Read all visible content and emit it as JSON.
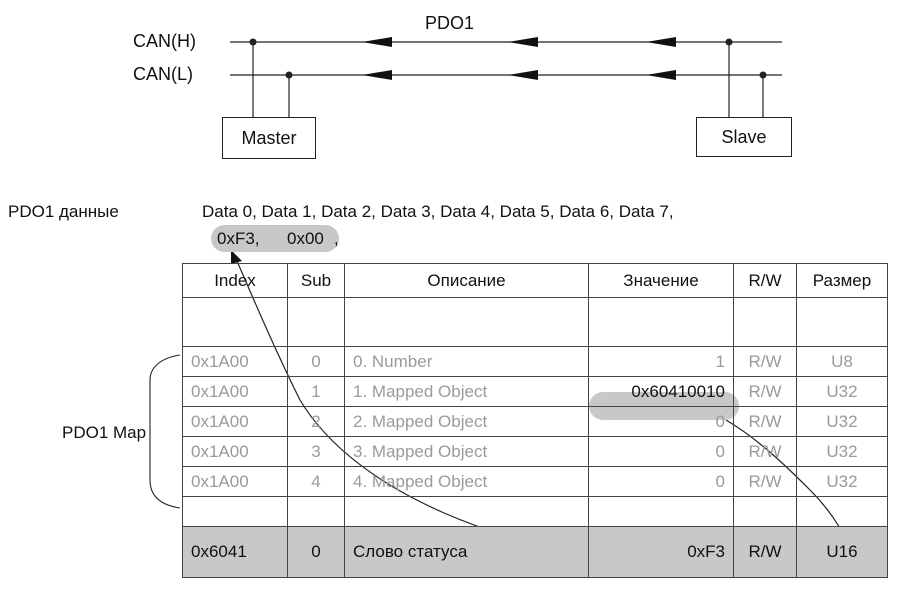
{
  "diagram": {
    "title": "PDO1",
    "can_high_label": "CAN(H)",
    "can_low_label": "CAN(L)",
    "master_label": "Master",
    "slave_label": "Slave"
  },
  "pdo_data": {
    "label": "PDO1 данные",
    "data_line": "Data 0, Data 1, Data 2, Data 3, Data 4, Data 5, Data 6, Data 7,",
    "byte0": "0xF3,",
    "byte1": "0x00",
    "trailing_comma": ","
  },
  "map_label": "PDO1 Map",
  "table": {
    "headers": [
      "Index",
      "Sub",
      "Описание",
      "Значение",
      "R/W",
      "Размер"
    ],
    "rows": [
      {
        "index": "",
        "sub": "",
        "desc": "",
        "value": "",
        "rw": "",
        "size": ""
      },
      {
        "index": "0x1A00",
        "sub": "0",
        "desc": "0. Number",
        "value": "1",
        "rw": "R/W",
        "size": "U8"
      },
      {
        "index": "0x1A00",
        "sub": "1",
        "desc": "1. Mapped Object",
        "value": "0x60410010",
        "rw": "R/W",
        "size": "U32"
      },
      {
        "index": "0x1A00",
        "sub": "2",
        "desc": "2. Mapped Object",
        "value": "0",
        "rw": "R/W",
        "size": "U32"
      },
      {
        "index": "0x1A00",
        "sub": "3",
        "desc": "3. Mapped Object",
        "value": "0",
        "rw": "R/W",
        "size": "U32"
      },
      {
        "index": "0x1A00",
        "sub": "4",
        "desc": "4. Mapped Object",
        "value": "0",
        "rw": "R/W",
        "size": "U32"
      },
      {
        "index": "",
        "sub": "",
        "desc": "",
        "value": "",
        "rw": "",
        "size": ""
      },
      {
        "index": "0x6041",
        "sub": "0",
        "desc": "Слово статуса",
        "value": "0xF3",
        "rw": "R/W",
        "size": "U16"
      }
    ]
  },
  "colors": {
    "highlight": "#c8c8c8",
    "muted_text": "#9a9a9a",
    "line": "#222222"
  }
}
